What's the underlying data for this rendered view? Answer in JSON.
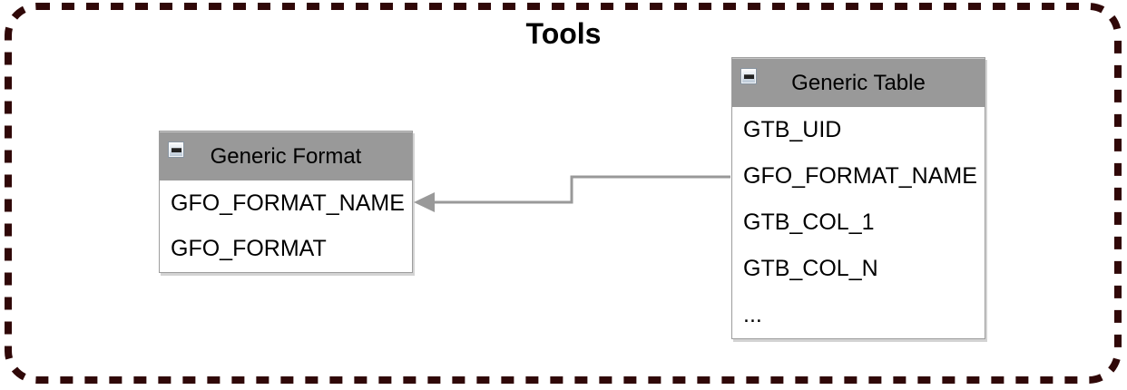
{
  "frame": {
    "title": "Tools",
    "border_color": "#300808",
    "border_style": "dashed-rounded"
  },
  "colors": {
    "header_bg": "#999999",
    "box_border": "#9d9d9d",
    "connector": "#999999",
    "text": "#000000",
    "background": "#ffffff"
  },
  "entities": [
    {
      "id": "generic-format",
      "title": "Generic Format",
      "collapse_icon": "minus-icon",
      "rows": [
        "GFO_FORMAT_NAME",
        "GFO_FORMAT"
      ]
    },
    {
      "id": "generic-table",
      "title": "Generic Table",
      "collapse_icon": "minus-icon",
      "rows": [
        "GTB_UID",
        "GFO_FORMAT_NAME",
        "GTB_COL_1",
        "GTB_COL_N",
        "..."
      ]
    }
  ],
  "connector": {
    "type": "elbow-arrow",
    "from_entity": "Generic Table",
    "from_row": "GFO_FORMAT_NAME",
    "to_entity": "Generic Format",
    "to_row": "GFO_FORMAT_NAME",
    "arrow_direction": "left",
    "color": "#999999"
  }
}
